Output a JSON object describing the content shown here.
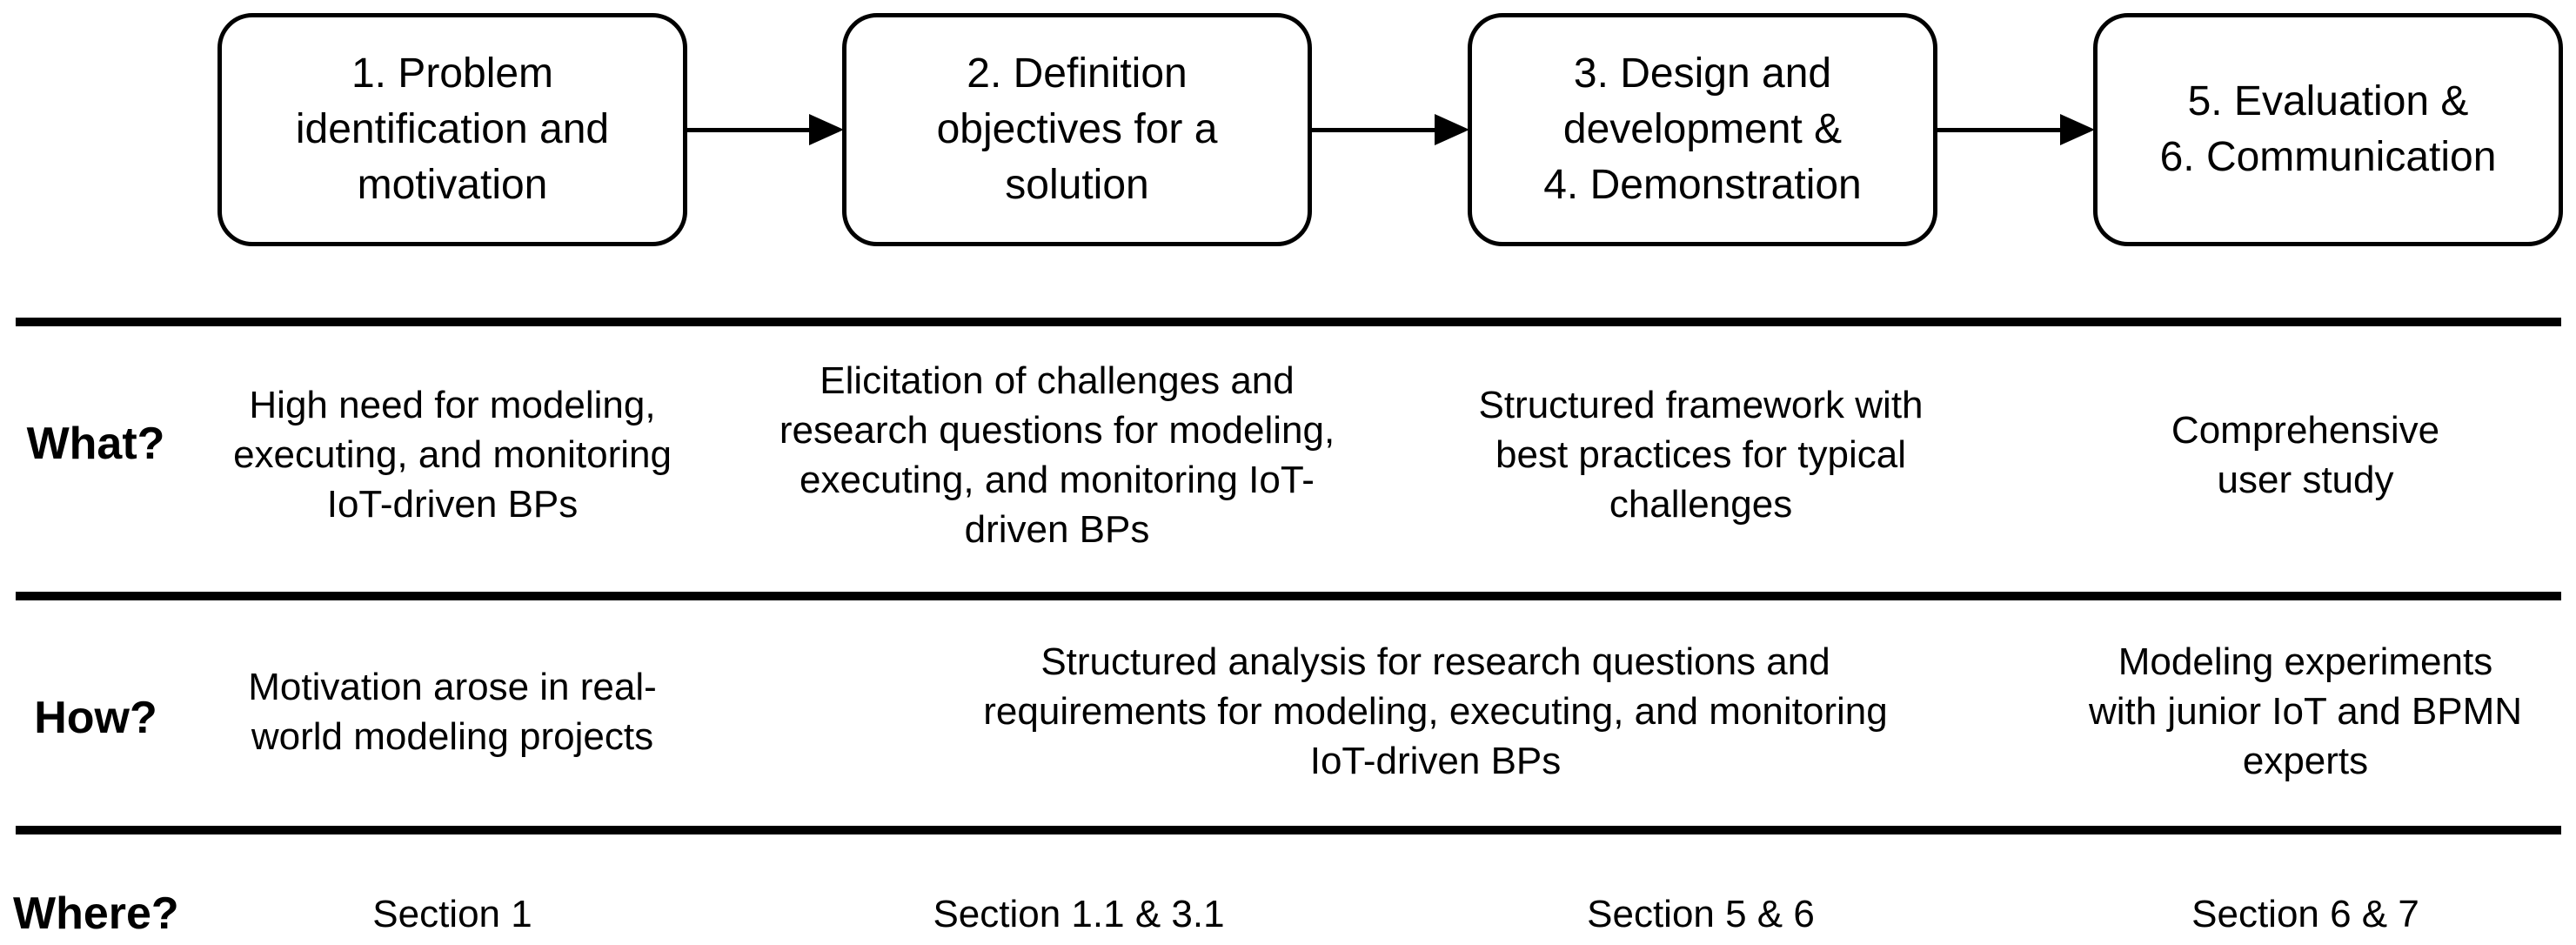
{
  "steps": [
    {
      "label": "1. Problem\nidentification and\nmotivation"
    },
    {
      "label": "2. Definition\nobjectives for a\nsolution"
    },
    {
      "label": "3. Design and\ndevelopment &\n4. Demonstration"
    },
    {
      "label": "5. Evaluation &\n6. Communication"
    }
  ],
  "rows": {
    "what": {
      "label": "What?",
      "cells": [
        "High need for modeling,\nexecuting, and monitoring\nIoT-driven BPs",
        "Elicitation of challenges and\nresearch questions for modeling,\nexecuting, and monitoring IoT-\ndriven BPs",
        "Structured framework with\nbest practices for typical\nchallenges",
        "Comprehensive\nuser study"
      ]
    },
    "how": {
      "label": "How?",
      "cells": [
        "Motivation arose in real-\nworld modeling projects",
        "Structured analysis for research questions and\nrequirements for modeling, executing, and monitoring\nIoT-driven BPs",
        "Modeling experiments\nwith junior IoT and BPMN\nexperts"
      ]
    },
    "where": {
      "label": "Where?",
      "cells": [
        "Section 1",
        "Section 1.1 & 3.1",
        "Section 5 & 6",
        "Section 6 & 7"
      ]
    }
  }
}
